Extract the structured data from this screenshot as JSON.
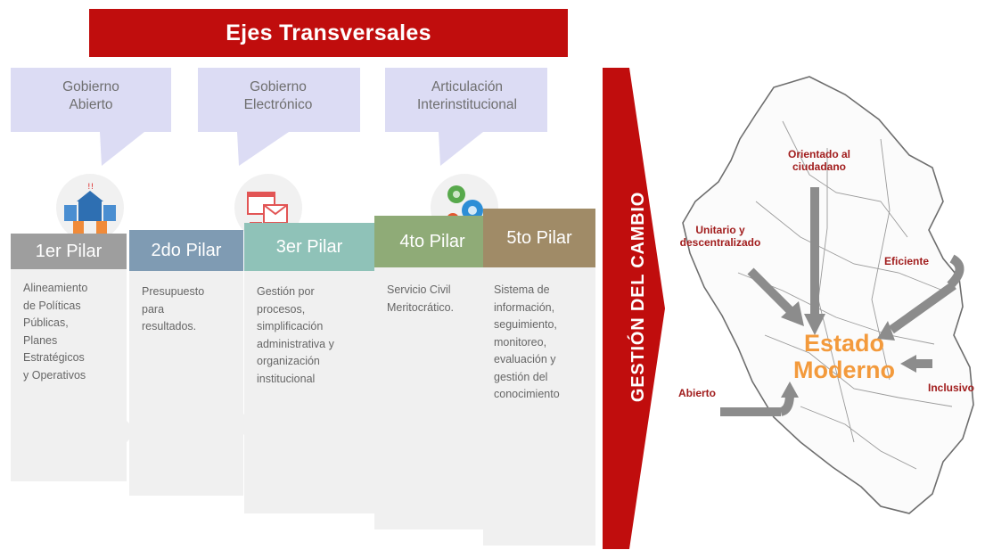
{
  "banner": {
    "title": "Ejes Transversales"
  },
  "axes": [
    {
      "label": "Gobierno\nAbierto",
      "icon": "open-government-icon"
    },
    {
      "label": "Gobierno\nElectrónico",
      "icon": "electronic-government-icon"
    },
    {
      "label": "Articulación\nInterinstitucional",
      "icon": "interinstitutional-articulation-icon"
    }
  ],
  "pillars": [
    {
      "title": "1er Pilar",
      "text": "Alineamiento\nde Políticas\nPúblicas,\nPlanes\nEstratégicos\ny Operativos",
      "color": "#9e9e9e"
    },
    {
      "title": "2do Pilar",
      "text": "Presupuesto\npara\nresultados.",
      "color": "#7f9bb3"
    },
    {
      "title": "3er Pilar",
      "text": "Gestión por\nprocesos,\nsimplificación\nadministrativa y\norganización\ninstitucional",
      "color": "#8fc2b8"
    },
    {
      "title": "4to Pilar",
      "text": "Servicio Civil\nMeritocrático.",
      "color": "#8fab77"
    },
    {
      "title": "5to Pilar",
      "text": "Sistema de\ninformación,\nseguimiento,\nmonitoreo,\nevaluación y\ngestión del\nconocimiento",
      "color": "#a08b67"
    }
  ],
  "change_bar": {
    "title": "GESTIÓN DEL CAMBIO"
  },
  "map": {
    "center": "Estado\nModerno",
    "labels": {
      "citizen": "Orientado al\nciudadano",
      "unitary": "Unitario y\ndescentralizado",
      "efficient": "Eficiente",
      "open": "Abierto",
      "inclusive": "Inclusivo"
    }
  },
  "colors": {
    "red": "#c00d0d",
    "orange": "#f39a3c",
    "arrow": "#8c8c8c",
    "label_red": "#a11d1d"
  }
}
